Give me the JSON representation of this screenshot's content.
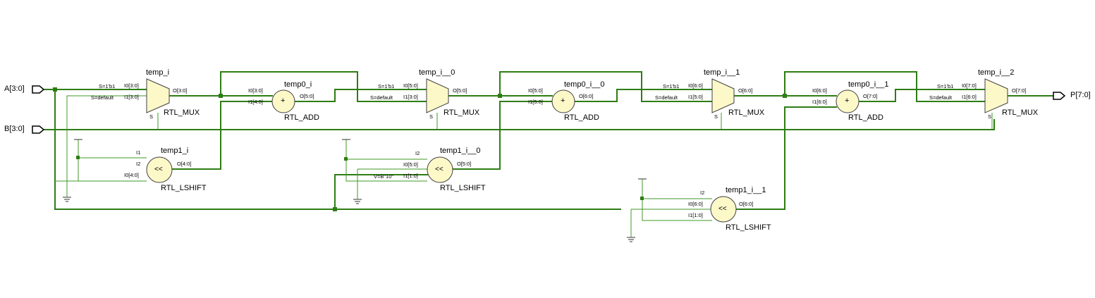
{
  "ports": {
    "in_a": "A[3:0]",
    "in_b": "B[3:0]",
    "out_p": "P[7:0]"
  },
  "cells": {
    "mux0": {
      "name": "temp_i",
      "type": "RTL_MUX",
      "pins": {
        "s0": "S=1'b1",
        "s1": "S=default",
        "i0": "I0[3:0]",
        "i1": "I1[3:0]",
        "o": "O[3:0]",
        "s": "S"
      }
    },
    "add0": {
      "name": "temp0_i",
      "type": "RTL_ADD",
      "symbol": "+",
      "pins": {
        "i0": "I0[3:0]",
        "i1": "I1[4:0]",
        "o": "O[5:0]"
      }
    },
    "mux1": {
      "name": "temp_i__0",
      "type": "RTL_MUX",
      "pins": {
        "s0": "S=1'b1",
        "s1": "S=default",
        "i0": "I0[5:0]",
        "i1": "I1[3:0]",
        "o": "O[5:0]",
        "s": "S"
      }
    },
    "add1": {
      "name": "temp0_i__0",
      "type": "RTL_ADD",
      "symbol": "+",
      "pins": {
        "i0": "I0[5:0]",
        "i1": "I1[5:0]",
        "o": "O[6:0]"
      }
    },
    "mux2": {
      "name": "temp_i__1",
      "type": "RTL_MUX",
      "pins": {
        "s0": "S=1'b1",
        "s1": "S=default",
        "i0": "I0[6:0]",
        "i1": "I1[5:0]",
        "o": "O[6:0]",
        "s": "S"
      }
    },
    "add2": {
      "name": "temp0_i__1",
      "type": "RTL_ADD",
      "symbol": "+",
      "pins": {
        "i0": "I0[6:0]",
        "i1": "I1[6:0]",
        "o": "O[7:0]"
      }
    },
    "mux3": {
      "name": "temp_i__2",
      "type": "RTL_MUX",
      "pins": {
        "s0": "S=1'b1",
        "s1": "S=default",
        "i0": "I0[7:0]",
        "i1": "I1[6:0]",
        "o": "O[7:0]",
        "s": "S"
      }
    },
    "sh0": {
      "name": "temp1_i",
      "type": "RTL_LSHIFT",
      "symbol": "<<",
      "pins": {
        "i1": "I1",
        "i2": "I2",
        "i0": "I0[4:0]",
        "o": "O[4:0]"
      }
    },
    "sh1": {
      "name": "temp1_i__0",
      "type": "RTL_LSHIFT",
      "symbol": "<<",
      "pins": {
        "i2": "I2",
        "i0": "I0[5:0]",
        "i1": "I1[1:0]",
        "v": "V=B\"10\"",
        "o": "O[5:0]"
      }
    },
    "sh2": {
      "name": "temp1_i__1",
      "type": "RTL_LSHIFT",
      "symbol": "<<",
      "pins": {
        "i2": "I2",
        "i0": "I0[6:0]",
        "i1": "I1[1:0]",
        "o": "O[6:0]"
      }
    }
  },
  "colors": {
    "wire": "#2e7d14",
    "wire_thin": "#3f9a24",
    "cell_fill": "#fdf8c8",
    "cell_stroke": "#404040",
    "background": "#ffffff"
  }
}
